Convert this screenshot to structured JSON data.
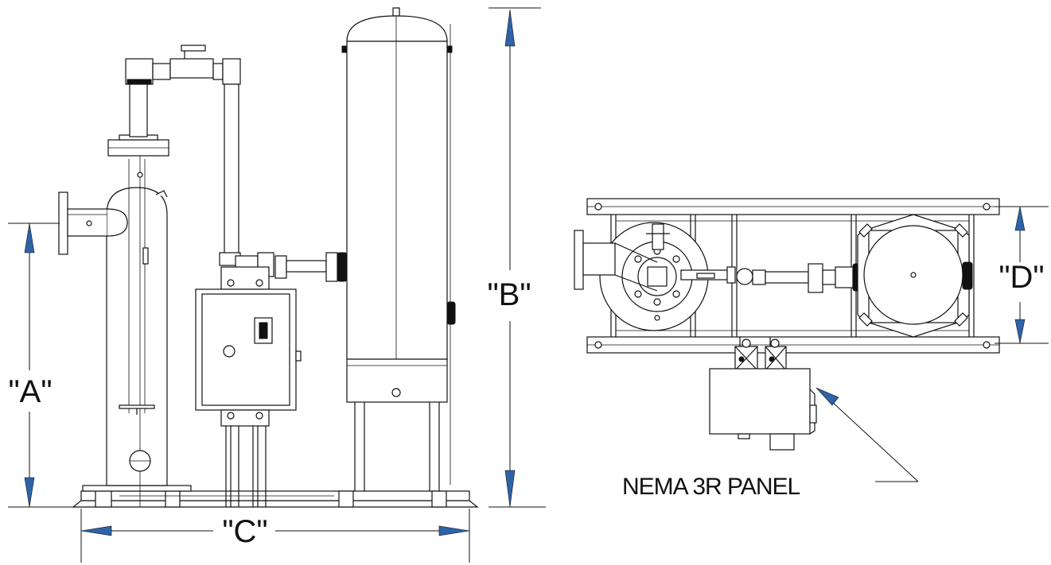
{
  "labels": {
    "dim_a": "\"A\"",
    "dim_b": "\"B\"",
    "dim_c": "\"C\"",
    "dim_d": "\"D\"",
    "panel": "NEMA 3R PANEL"
  },
  "colors": {
    "line": "#111111",
    "arrow": "#2e63a8",
    "background": "#ffffff"
  }
}
